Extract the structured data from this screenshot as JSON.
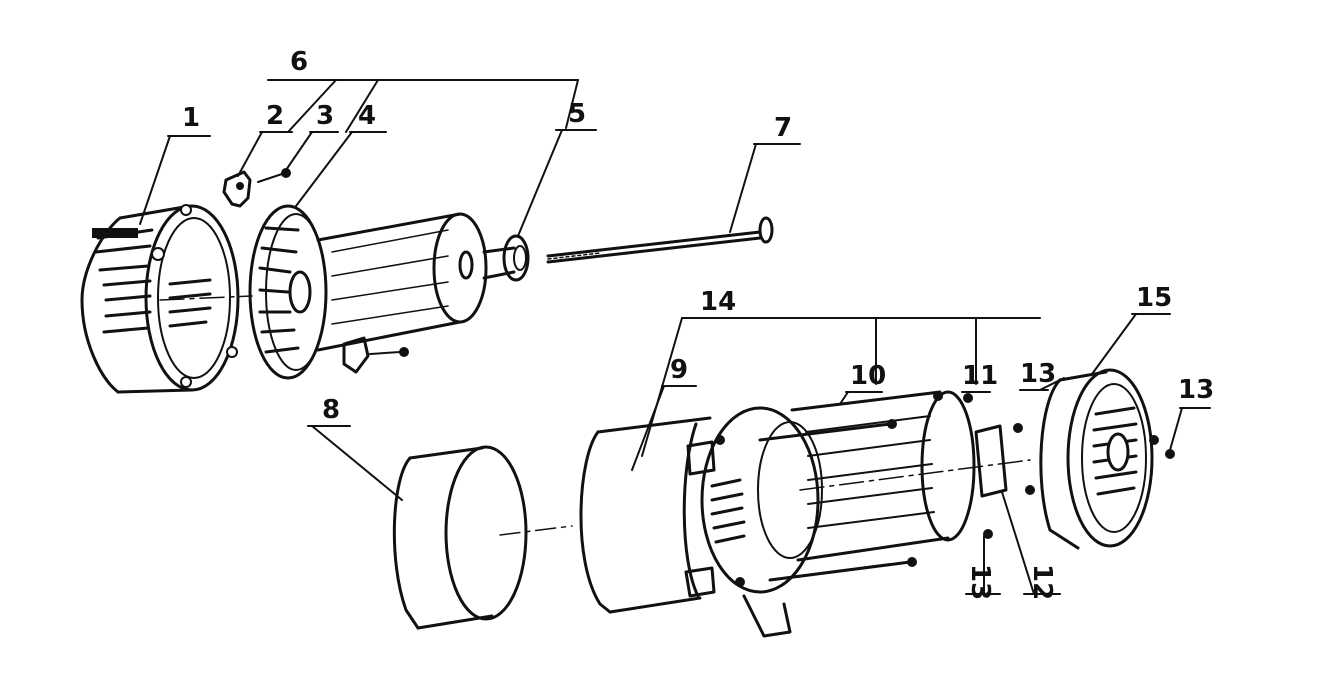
{
  "diagram": {
    "part_labels": {
      "p1": "1",
      "p2": "2",
      "p3": "3",
      "p4": "4",
      "p5": "5",
      "p6": "6",
      "p7": "7",
      "p8": "8",
      "p9": "9",
      "p10": "10",
      "p11": "11",
      "p12": "12",
      "p13a": "13",
      "p13b": "13",
      "p13c": "13",
      "p14": "14",
      "p15": "15"
    }
  }
}
